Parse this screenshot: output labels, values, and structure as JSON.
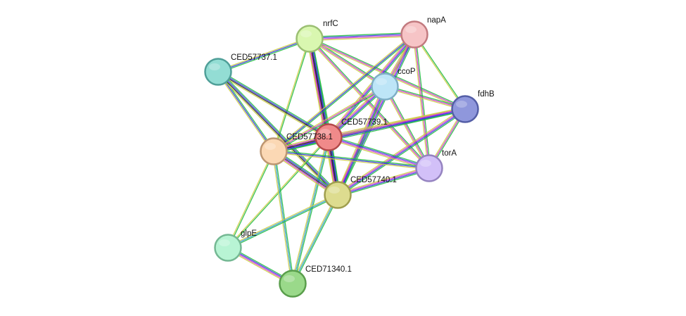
{
  "network": {
    "nodes": [
      {
        "id": "nrfC",
        "label": "nrfC",
        "color": "#d9f7b0",
        "stroke": "#9bbf72"
      },
      {
        "id": "napA",
        "label": "napA",
        "color": "#f6c4c6",
        "stroke": "#c27a7f"
      },
      {
        "id": "CED57737.1",
        "label": "CED57737.1",
        "color": "#93ddd4",
        "stroke": "#4f9f98"
      },
      {
        "id": "ccoP",
        "label": "ccoP",
        "color": "#bde5f7",
        "stroke": "#7eaec6"
      },
      {
        "id": "fdhB",
        "label": "fdhB",
        "color": "#8f97dc",
        "stroke": "#545ea6"
      },
      {
        "id": "CED57739.1",
        "label": "CED57739.1",
        "color": "#f08a8a",
        "stroke": "#b34a4a"
      },
      {
        "id": "CED57738.1",
        "label": "CED57738.1",
        "color": "#fbd8b4",
        "stroke": "#bd9671"
      },
      {
        "id": "torA",
        "label": "torA",
        "color": "#d2c0f8",
        "stroke": "#9583c0"
      },
      {
        "id": "CED57740.1",
        "label": "CED57740.1",
        "color": "#dddc8f",
        "stroke": "#9f9e4e"
      },
      {
        "id": "glpE",
        "label": "glpE",
        "color": "#b8f4d4",
        "stroke": "#74b893"
      },
      {
        "id": "CED71340.1",
        "label": "CED71340.1",
        "color": "#9ad98a",
        "stroke": "#5a9e4c"
      }
    ],
    "edges": [
      {
        "source": "nrfC",
        "target": "napA",
        "colors": [
          "#22bb44",
          "#3333dd",
          "#cc33cc",
          "#cccc44"
        ]
      },
      {
        "source": "nrfC",
        "target": "CED57737.1",
        "colors": [
          "#22bb44",
          "#3333dd",
          "#cccc44"
        ]
      },
      {
        "source": "nrfC",
        "target": "ccoP",
        "colors": [
          "#22bb44",
          "#cc33cc",
          "#cccc44"
        ]
      },
      {
        "source": "nrfC",
        "target": "fdhB",
        "colors": [
          "#22bb44",
          "#cc33cc",
          "#cccc44"
        ]
      },
      {
        "source": "nrfC",
        "target": "CED57739.1",
        "colors": [
          "#22bb44",
          "#3333dd",
          "#222222",
          "#cc33cc",
          "#cccc44"
        ]
      },
      {
        "source": "nrfC",
        "target": "CED57738.1",
        "colors": [
          "#22bb44",
          "#cccc44"
        ]
      },
      {
        "source": "nrfC",
        "target": "torA",
        "colors": [
          "#22bb44",
          "#cc33cc",
          "#cccc44"
        ]
      },
      {
        "source": "nrfC",
        "target": "CED57740.1",
        "colors": [
          "#22bb44",
          "#3333dd",
          "#222222",
          "#cc33cc",
          "#cccc44"
        ]
      },
      {
        "source": "napA",
        "target": "ccoP",
        "colors": [
          "#22bb44",
          "#cc33cc",
          "#cccc44"
        ]
      },
      {
        "source": "napA",
        "target": "fdhB",
        "colors": [
          "#22bb44",
          "#cccc44"
        ]
      },
      {
        "source": "napA",
        "target": "CED57739.1",
        "colors": [
          "#22bb44",
          "#3333dd",
          "#cc33cc",
          "#cccc44"
        ]
      },
      {
        "source": "napA",
        "target": "CED57738.1",
        "colors": [
          "#22bb44",
          "#3333dd",
          "#cccc44"
        ]
      },
      {
        "source": "napA",
        "target": "torA",
        "colors": [
          "#22bb44",
          "#cc33cc",
          "#cccc44"
        ]
      },
      {
        "source": "napA",
        "target": "CED57740.1",
        "colors": [
          "#22bb44",
          "#3333dd",
          "#cc33cc",
          "#cccc44"
        ]
      },
      {
        "source": "CED57737.1",
        "target": "CED57739.1",
        "colors": [
          "#22bb44",
          "#3333dd",
          "#222222",
          "#cccc44"
        ]
      },
      {
        "source": "CED57737.1",
        "target": "CED57738.1",
        "colors": [
          "#22bb44",
          "#3333dd",
          "#cccc44"
        ]
      },
      {
        "source": "CED57737.1",
        "target": "CED57740.1",
        "colors": [
          "#22bb44",
          "#3333dd",
          "#222222",
          "#cccc44"
        ]
      },
      {
        "source": "ccoP",
        "target": "fdhB",
        "colors": [
          "#22bb44",
          "#cc33cc",
          "#cccc44"
        ]
      },
      {
        "source": "ccoP",
        "target": "CED57739.1",
        "colors": [
          "#22bb44",
          "#3333dd",
          "#cc33cc",
          "#cccc44"
        ]
      },
      {
        "source": "ccoP",
        "target": "CED57738.1",
        "colors": [
          "#22bb44",
          "#cc33cc",
          "#cccc44"
        ]
      },
      {
        "source": "ccoP",
        "target": "torA",
        "colors": [
          "#22bb44",
          "#cc33cc",
          "#cccc44"
        ]
      },
      {
        "source": "ccoP",
        "target": "CED57740.1",
        "colors": [
          "#22bb44",
          "#3333dd",
          "#cc33cc",
          "#cccc44"
        ]
      },
      {
        "source": "fdhB",
        "target": "CED57739.1",
        "colors": [
          "#22bb44",
          "#3333dd",
          "#cc33cc",
          "#cccc44"
        ]
      },
      {
        "source": "fdhB",
        "target": "CED57738.1",
        "colors": [
          "#22bb44",
          "#3333dd",
          "#cc33cc",
          "#cccc44"
        ]
      },
      {
        "source": "fdhB",
        "target": "torA",
        "colors": [
          "#22bb44",
          "#cc33cc",
          "#cccc44"
        ]
      },
      {
        "source": "fdhB",
        "target": "CED57740.1",
        "colors": [
          "#22bb44",
          "#3333dd",
          "#cc33cc",
          "#cccc44"
        ]
      },
      {
        "source": "CED57739.1",
        "target": "CED57738.1",
        "colors": [
          "#22bb44",
          "#3333dd",
          "#222222",
          "#cc33cc",
          "#cccc44"
        ]
      },
      {
        "source": "CED57739.1",
        "target": "torA",
        "colors": [
          "#22bb44",
          "#3333dd",
          "#cc33cc",
          "#cccc44"
        ]
      },
      {
        "source": "CED57739.1",
        "target": "CED57740.1",
        "colors": [
          "#22bb44",
          "#3333dd",
          "#222222",
          "#cc33cc",
          "#cccc44"
        ]
      },
      {
        "source": "CED57739.1",
        "target": "glpE",
        "colors": [
          "#22bb44",
          "#cccc44"
        ]
      },
      {
        "source": "CED57739.1",
        "target": "CED71340.1",
        "colors": [
          "#22bb44",
          "#3399cc",
          "#cccc44"
        ]
      },
      {
        "source": "CED57738.1",
        "target": "torA",
        "colors": [
          "#22bb44",
          "#3333dd",
          "#cccc44"
        ]
      },
      {
        "source": "CED57738.1",
        "target": "CED57740.1",
        "colors": [
          "#22bb44",
          "#3333dd",
          "#222222",
          "#cc33cc",
          "#cccc44"
        ]
      },
      {
        "source": "CED57738.1",
        "target": "glpE",
        "colors": [
          "#22bb44",
          "#cccc44"
        ]
      },
      {
        "source": "CED57738.1",
        "target": "CED71340.1",
        "colors": [
          "#22bb44",
          "#3399cc",
          "#cccc44"
        ]
      },
      {
        "source": "torA",
        "target": "CED57740.1",
        "colors": [
          "#22bb44",
          "#3333dd",
          "#cc33cc",
          "#cccc44"
        ]
      },
      {
        "source": "CED57740.1",
        "target": "glpE",
        "colors": [
          "#22bb44",
          "#3399cc",
          "#cccc44"
        ]
      },
      {
        "source": "CED57740.1",
        "target": "CED71340.1",
        "colors": [
          "#22bb44",
          "#3399cc",
          "#cccc44"
        ]
      },
      {
        "source": "glpE",
        "target": "CED71340.1",
        "colors": [
          "#22bb44",
          "#3333dd",
          "#cc33cc",
          "#cccc44"
        ]
      }
    ]
  }
}
